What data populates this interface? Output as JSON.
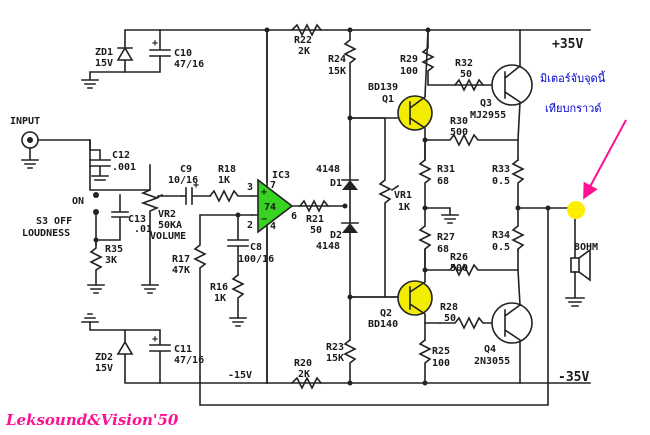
{
  "rails": {
    "pos": "+35V",
    "neg": "-35V",
    "vminus": "-15V"
  },
  "input": {
    "label": "INPUT"
  },
  "switch": {
    "on": "ON",
    "off": "S3 OFF",
    "loudness": "LOUDNESS"
  },
  "parts": {
    "zd1": {
      "ref": "ZD1",
      "val": "15V"
    },
    "c10": {
      "ref": "C10",
      "val": "47/16"
    },
    "zd2": {
      "ref": "ZD2",
      "val": "15V"
    },
    "c11": {
      "ref": "C11",
      "val": "47/16"
    },
    "c12": {
      "ref": "C12",
      "val": ".001"
    },
    "c13": {
      "ref": "C13",
      "val": ".01"
    },
    "c9": {
      "ref": "C9",
      "val": "10/16"
    },
    "r18": {
      "ref": "R18",
      "val": "1K"
    },
    "vr2": {
      "ref": "VR2",
      "val": "50KA",
      "extra": "VOLUME"
    },
    "r35": {
      "ref": "R35",
      "val": "3K"
    },
    "r17": {
      "ref": "R17",
      "val": "47K"
    },
    "c8": {
      "ref": "C8",
      "val": "100/16"
    },
    "r16": {
      "ref": "R16",
      "val": "1K"
    },
    "ic3": {
      "ref": "IC3",
      "val": "74"
    },
    "r22": {
      "ref": "R22",
      "val": "2K"
    },
    "r20": {
      "ref": "R20",
      "val": "2K"
    },
    "r21": {
      "ref": "R21",
      "val": "50"
    },
    "r24": {
      "ref": "R24",
      "val": "15K"
    },
    "r23": {
      "ref": "R23",
      "val": "15K"
    },
    "d1": {
      "ref": "D1",
      "val": "4148"
    },
    "d2": {
      "ref": "D2",
      "val": "4148"
    },
    "vr1": {
      "ref": "VR1",
      "val": "1K"
    },
    "q1": {
      "ref": "Q1",
      "val": "BD139"
    },
    "q2": {
      "ref": "Q2",
      "val": "BD140"
    },
    "q3": {
      "ref": "Q3",
      "val": "MJ2955"
    },
    "q4": {
      "ref": "Q4",
      "val": "2N3055"
    },
    "r29": {
      "ref": "R29",
      "val": "100"
    },
    "r25": {
      "ref": "R25",
      "val": "100"
    },
    "r32": {
      "ref": "R32",
      "val": "50"
    },
    "r28": {
      "ref": "R28",
      "val": "50"
    },
    "r30": {
      "ref": "R30",
      "val": "500"
    },
    "r26": {
      "ref": "R26",
      "val": "500"
    },
    "r31": {
      "ref": "R31",
      "val": "68"
    },
    "r27": {
      "ref": "R27",
      "val": "68"
    },
    "r33": {
      "ref": "R33",
      "val": "0.5"
    },
    "r34": {
      "ref": "R34",
      "val": "0.5"
    },
    "spk": {
      "val": "8OHM"
    }
  },
  "pins": {
    "p2": "2",
    "p3": "3",
    "p4": "4",
    "p6": "6",
    "p7": "7"
  },
  "annotation": {
    "line1": "มิเตอร์จับจุดนี้",
    "line2": "เทียบกราวด์"
  },
  "colors": {
    "transistor": "#f2ec00",
    "opamp": "#36d420",
    "highlight": "#ffee00",
    "annotation": "#0000cc",
    "arrow": "#ff1090"
  },
  "footer": {
    "signature": "Leksound&Vision'50"
  }
}
